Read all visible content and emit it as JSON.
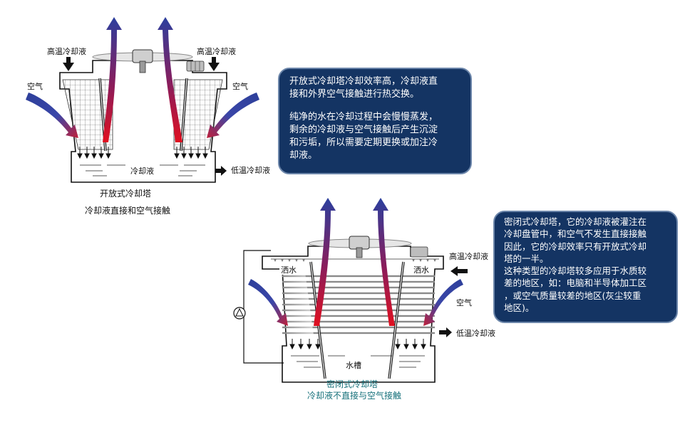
{
  "open_tower": {
    "hot_fluid_left": "高温冷却液",
    "hot_fluid_right": "高温冷却液",
    "air_left": "空气",
    "air_right": "空气",
    "basin_label": "冷却液",
    "cold_out": "低温冷却液",
    "title": "开放式冷却塔",
    "subtitle": "冷却液直接和空气接触"
  },
  "open_info": {
    "para1": "开放式冷却塔冷却效率高，冷却液直\n接和外界空气接触进行热交换。",
    "para2": "纯净的水在冷却过程中会慢慢蒸发，\n剩余的冷却液与空气接触后产生沉淀\n和污垢，所以需要定期更换或加注冷\n却液。"
  },
  "closed_tower": {
    "spray_left": "洒水",
    "spray_right": "洒水",
    "hot_fluid_in": "高温冷却液",
    "air": "空气",
    "cold_out": "低温冷却液",
    "basin_label": "水槽",
    "title": "密闭式冷却塔",
    "subtitle": "冷却液不直接与空气接触"
  },
  "closed_info": {
    "text": "密闭式冷却塔，它的冷却液被灌注在\n冷却盘管中，和空气不发生直接接触\n因此，它的冷却效率只有开放式冷却\n塔的一半。\n这种类型的冷却塔较多应用于水质较\n差的地区，如：电脑和半导体加工区\n，或空气质量较差的地区(灰尘较重\n地区)。"
  },
  "colors": {
    "box_fill": "#143463",
    "air_arrow": "#2d3f9a",
    "hot_air": "#c8102e",
    "caption_teal": "#15707a"
  }
}
